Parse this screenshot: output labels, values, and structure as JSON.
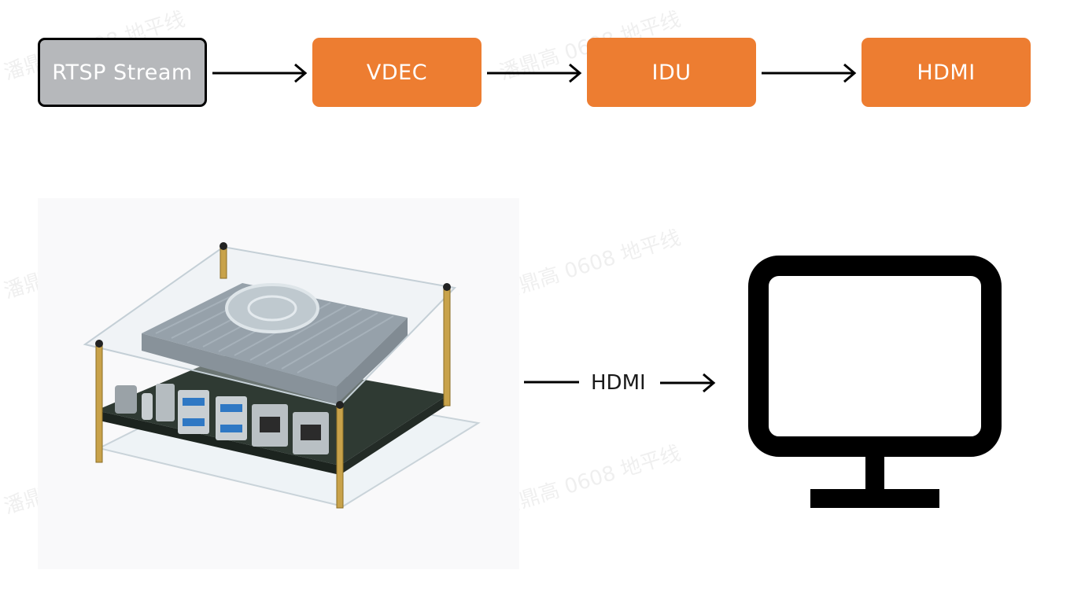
{
  "pipeline": {
    "source": "RTSP Stream",
    "stages": [
      "VDEC",
      "IDU",
      "HDMI"
    ]
  },
  "connection": {
    "label": "HDMI"
  },
  "watermark": "潘鼎高 0608 地平线",
  "icons": {
    "device": "dev-board-with-heatsink-photo",
    "display": "monitor-icon"
  },
  "colors": {
    "source_fill": "#b6b8bb",
    "stage_fill": "#ed7d31",
    "stroke": "#000000",
    "text_on_box": "#ffffff"
  }
}
